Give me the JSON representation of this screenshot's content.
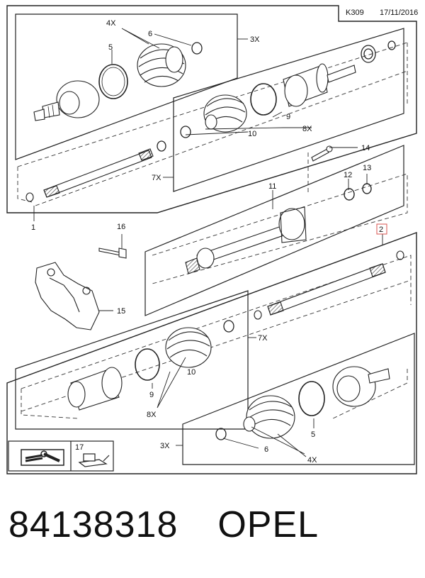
{
  "header": {
    "code": "K309",
    "date": "17/11/2016"
  },
  "callouts": {
    "c4x_top": "4X",
    "c6_top": "6",
    "c5_top": "5",
    "c3x_top": "3X",
    "c9_top": "9",
    "c10_top": "10",
    "c8x_top": "8X",
    "c7x_top": "7X",
    "c1": "1",
    "c14": "14",
    "c11": "11",
    "c12": "12",
    "c13": "13",
    "c2": "2",
    "c16": "16",
    "c15": "15",
    "c7x_mid": "7X",
    "c10_mid": "10",
    "c9_mid": "9",
    "c8x_mid": "8X",
    "c5_bot": "5",
    "c3x_bot": "3X",
    "c6_bot": "6",
    "c4x_bot": "4X",
    "c17": "17"
  },
  "footer": {
    "part_number": "84138318",
    "brand": "OPEL"
  },
  "colors": {
    "line": "#222222",
    "highlight": "#d9534f"
  }
}
